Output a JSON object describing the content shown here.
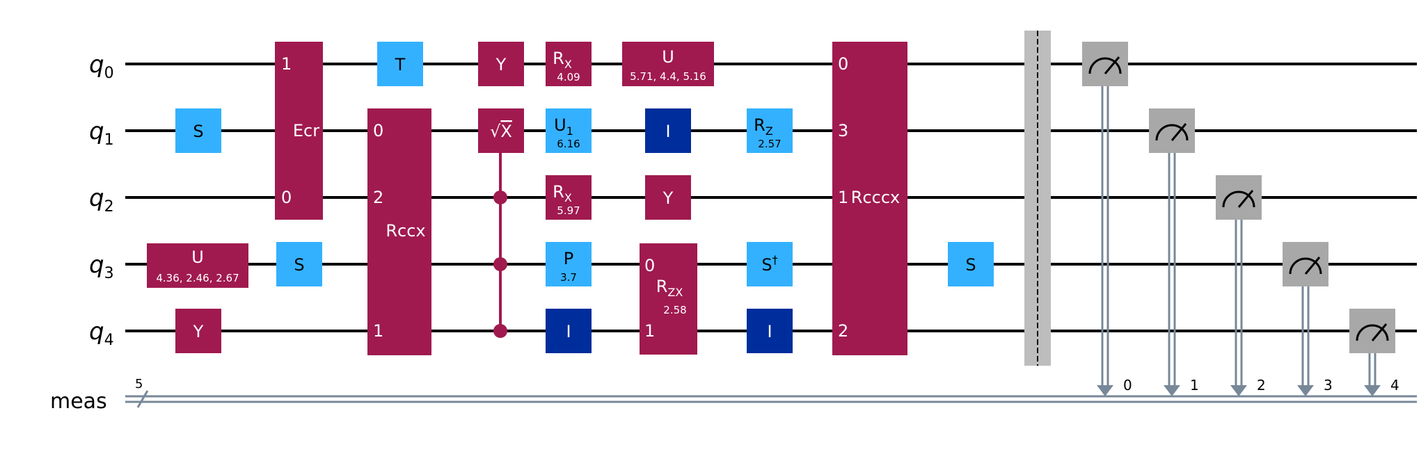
{
  "colors": {
    "multi_gate": "#A01A4F",
    "clifford_light": "#33B1FF",
    "identity_dark": "#002D9C",
    "measure": "#A8A8A8",
    "classical": "#778899",
    "barrier": "#BDBDBD",
    "wire": "#000000"
  },
  "registers": {
    "qubits": [
      {
        "name": "q",
        "index": "0"
      },
      {
        "name": "q",
        "index": "1"
      },
      {
        "name": "q",
        "index": "2"
      },
      {
        "name": "q",
        "index": "3"
      },
      {
        "name": "q",
        "index": "4"
      }
    ],
    "classical": {
      "name": "meas",
      "width": "5"
    }
  },
  "gates": {
    "u_q3": {
      "label": "U",
      "params": "4.36, 2.46, 2.67"
    },
    "s_q1": {
      "label": "S"
    },
    "y_q4": {
      "label": "Y"
    },
    "ecr": {
      "label": "Ecr",
      "in0": "1",
      "in1": "0"
    },
    "s_q3": {
      "label": "S"
    },
    "t_q0": {
      "label": "T"
    },
    "rccx": {
      "label": "Rccx",
      "in_q1": "0",
      "in_q2": "2",
      "in_q4": "1"
    },
    "y_q0": {
      "label": "Y"
    },
    "sx_q1": {
      "label": "X",
      "radical": "√"
    },
    "rx_q0": {
      "label": "R",
      "sub": "X",
      "params": "4.09"
    },
    "u1_q1": {
      "label": "U",
      "sub": "1",
      "params": "6.16"
    },
    "rx_q2": {
      "label": "R",
      "sub": "X",
      "params": "5.97"
    },
    "p_q3": {
      "label": "P",
      "params": "3.7"
    },
    "i_q4a": {
      "label": "I"
    },
    "u_q0": {
      "label": "U",
      "params": "5.71, 4.4, 5.16"
    },
    "i_q1": {
      "label": "I"
    },
    "y_q2": {
      "label": "Y"
    },
    "rzx": {
      "label": "R",
      "sub": "ZX",
      "params": "2.58",
      "in_q3": "0",
      "in_q4": "1"
    },
    "rz_q1": {
      "label": "R",
      "sub": "Z",
      "params": "2.57"
    },
    "sdg_q3": {
      "label": "S",
      "sup": "†"
    },
    "i_q4b": {
      "label": "I"
    },
    "rcccx": {
      "label": "Rcccx",
      "in_q0": "0",
      "in_q1": "3",
      "in_q2": "1",
      "in_q4": "2"
    },
    "s_q3b": {
      "label": "S"
    }
  },
  "measurements": [
    {
      "qubit": "0",
      "clbit": "0"
    },
    {
      "qubit": "1",
      "clbit": "1"
    },
    {
      "qubit": "2",
      "clbit": "2"
    },
    {
      "qubit": "3",
      "clbit": "3"
    },
    {
      "qubit": "4",
      "clbit": "4"
    }
  ],
  "icons": {
    "measure": "meter-icon",
    "barrier": "barrier-icon",
    "control_dot": "control-dot-icon",
    "bus_slash": "bus-slash-icon"
  }
}
